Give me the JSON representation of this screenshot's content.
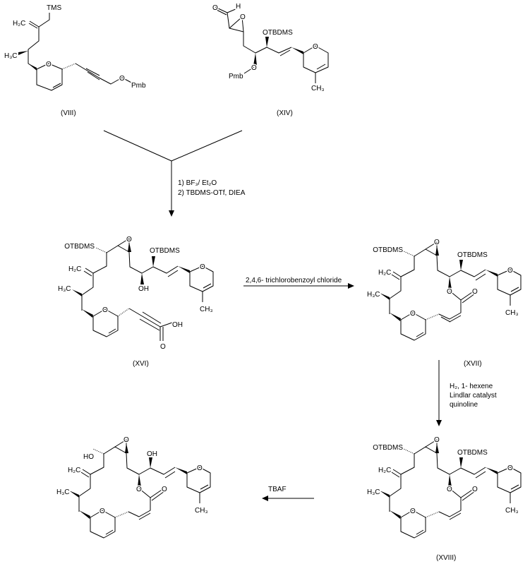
{
  "compounds": {
    "viii": {
      "id": "(VIII)",
      "tms": "TMS",
      "h2c": "H₂C",
      "h3c": "H₃C",
      "ring_o": "O",
      "o": "O",
      "pmb": "Pmb"
    },
    "xiv": {
      "id": "(XIV)",
      "ald_o": "O",
      "ald_h": "H",
      "epox_o": "O",
      "otbdms": "OTBDMS",
      "o": "O",
      "pmb": "Pmb",
      "ring_o": "O",
      "ch3": "CH₃"
    },
    "xvi": {
      "id": "(XVI)",
      "otbdms_left": "OTBDMS",
      "otbdms_right": "OTBDMS",
      "epox_o": "O",
      "h2c": "H₂C",
      "h3c": "H₃C",
      "oh": "OH",
      "ring_o1": "O",
      "ring_o2": "O",
      "ch3": "CH₃",
      "acid_oh": "OH",
      "acid_o": "O"
    },
    "xvii": {
      "id": "(XVII)",
      "otbdms_left": "OTBDMS",
      "otbdms_right": "OTBDMS",
      "epox_o": "O",
      "h2c": "H₂C",
      "h3c": "H₃C",
      "ester_o": "O",
      "carbonyl_o": "O",
      "ring_o1": "O",
      "ring_o2": "O",
      "ch3": "CH₃"
    },
    "xviii": {
      "id": "(XVIII)",
      "otbdms_left": "OTBDMS",
      "otbdms_right": "OTBDMS",
      "epox_o": "O",
      "h2c": "H₂C",
      "h3c": "H₃C",
      "ester_o": "O",
      "carbonyl_o": "O",
      "ring_o1": "O",
      "ring_o2": "O",
      "ch3": "CH₃"
    },
    "final": {
      "ho": "HO",
      "oh": "OH",
      "epox_o": "O",
      "h2c": "H₂C",
      "h3c": "H₃C",
      "ester_o": "O",
      "carbonyl_o": "O",
      "ring_o1": "O",
      "ring_o2": "O",
      "ch3": "CH₃"
    }
  },
  "steps": {
    "step1": {
      "line1": "1) BF₃/ Et₂O",
      "line2": "2) TBDMS-OTf, DIEA"
    },
    "step2": {
      "reagent": "2,4,6- trichlorobenzoyl chloride"
    },
    "step3": {
      "line1": "H₂, 1- hexene",
      "line2": "Lindlar catalyst",
      "line3": "quinoline"
    },
    "step4": {
      "reagent": "TBAF"
    }
  }
}
